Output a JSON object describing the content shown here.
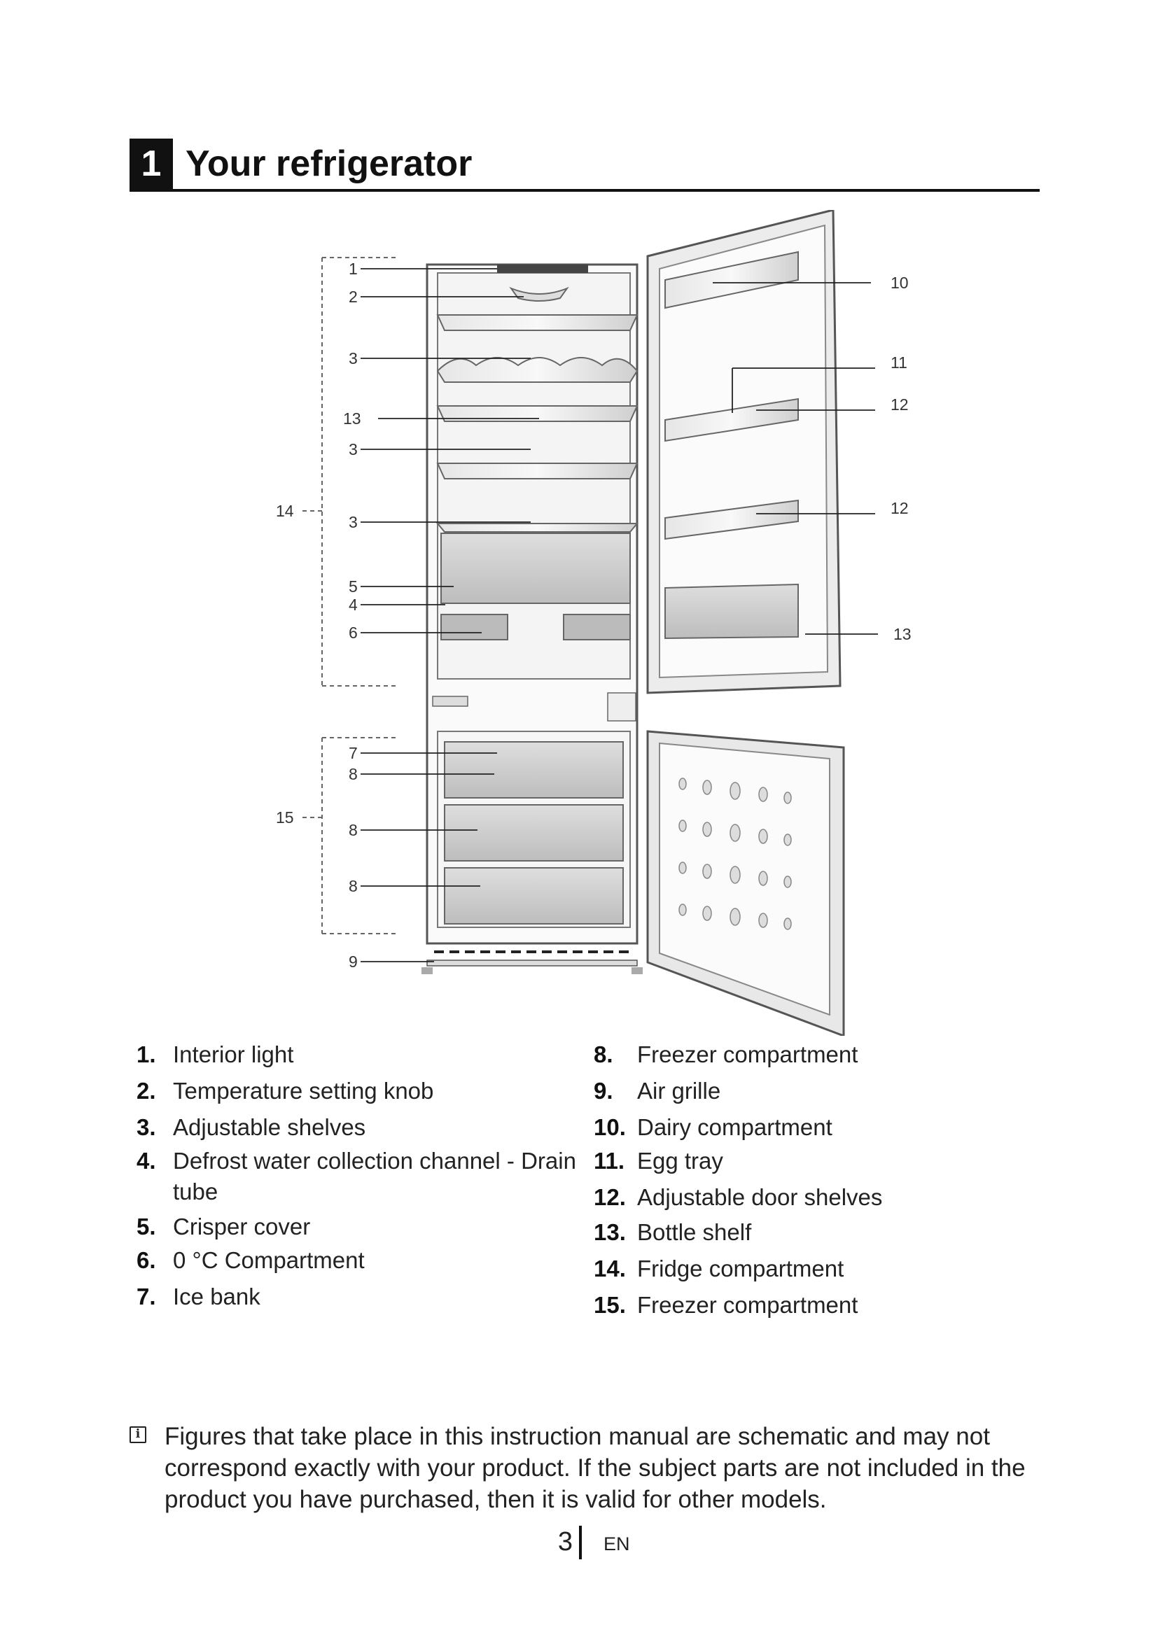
{
  "header": {
    "number": "1",
    "title": "Your refrigerator"
  },
  "callouts": [
    "1",
    "2",
    "3",
    "13",
    "3",
    "14",
    "3",
    "5",
    "4",
    "6",
    "10",
    "11",
    "12",
    "12",
    "13",
    "7",
    "8",
    "15",
    "8",
    "8",
    "9"
  ],
  "legend_left": [
    {
      "num": "1.",
      "text": "Interior light"
    },
    {
      "num": "2.",
      "text": "Temperature setting knob"
    },
    {
      "num": "3.",
      "text": "Adjustable shelves"
    },
    {
      "num": "4.",
      "text": "Defrost water collection channel - Drain tube"
    },
    {
      "num": "5.",
      "text": "Crisper cover"
    },
    {
      "num": "6.",
      "text": "0 °C Compartment"
    },
    {
      "num": "7.",
      "text": "Ice bank"
    }
  ],
  "legend_right": [
    {
      "num": "8.",
      "text": "Freezer compartment"
    },
    {
      "num": "9.",
      "text": "Air grille"
    },
    {
      "num": "10.",
      "text": "Dairy compartment"
    },
    {
      "num": "11.",
      "text": "Egg tray"
    },
    {
      "num": "12.",
      "text": "Adjustable door shelves"
    },
    {
      "num": "13.",
      "text": "Bottle shelf"
    },
    {
      "num": "14.",
      "text": "Fridge compartment"
    },
    {
      "num": "15.",
      "text": "Freezer compartment"
    }
  ],
  "note": {
    "icon": "info-icon",
    "text": "Figures that take place in this instruction manual are schematic and may not correspond exactly with your product. If the subject parts are not included in the product you have purchased, then it is valid for other models."
  },
  "footer": {
    "page_number": "3",
    "language": "EN"
  }
}
